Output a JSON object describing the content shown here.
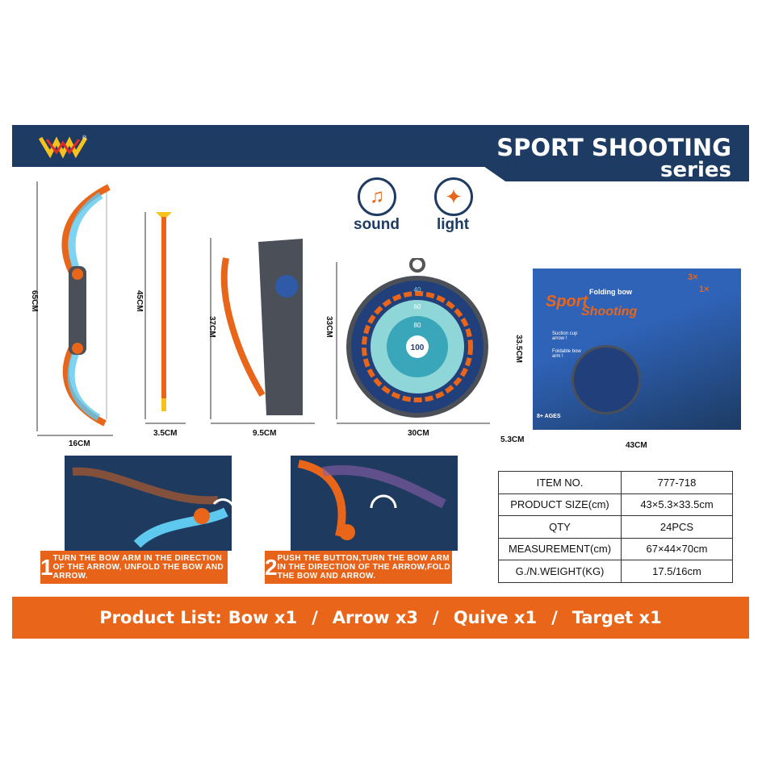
{
  "header": {
    "title": "SPORT SHOOTING",
    "subtitle": "series",
    "logo_mark": "®"
  },
  "features": [
    {
      "label": "sound",
      "icon": "music-note-icon"
    },
    {
      "label": "light",
      "icon": "sparkle-icon"
    }
  ],
  "dimensions": {
    "bow_height": "65CM",
    "bow_width": "16CM",
    "arrow_length": "45CM",
    "arrow_width": "3.5CM",
    "quiver_height": "37CM",
    "quiver_width": "9.5CM",
    "target_height": "33CM",
    "target_width": "30CM",
    "box_height": "33.5CM",
    "box_depth": "5.3CM",
    "box_width": "43CM"
  },
  "target": {
    "center": "100",
    "ring1": "80",
    "ring2": "60",
    "ring3": "40"
  },
  "box": {
    "title1": "Sport",
    "title2": "Shooting",
    "tag": "Folding bow",
    "feature1": "Suction cup arrow !",
    "feature2": "Foldable bow arm !",
    "count1": "3×",
    "count2": "1×",
    "age": "8+ AGES"
  },
  "steps": [
    {
      "number": "1",
      "text": "TURN THE BOW ARM IN THE DIRECTION OF THE ARROW, UNFOLD THE BOW AND ARROW."
    },
    {
      "number": "2",
      "text": "PUSH THE BUTTON,TURN THE BOW ARM IN THE DIRECTION OF THE ARROW,FOLD THE BOW AND ARROW."
    }
  ],
  "spec_table": [
    {
      "label": "ITEM NO.",
      "value": "777-718"
    },
    {
      "label": "PRODUCT SIZE(cm)",
      "value": "43×5.3×33.5cm"
    },
    {
      "label": "QTY",
      "value": "24PCS"
    },
    {
      "label": "MEASUREMENT(cm)",
      "value": "67×44×70cm"
    },
    {
      "label": "G./N.WEIGHT(KG)",
      "value": "17.5/16cm"
    }
  ],
  "product_list": {
    "label": "Product List:",
    "items": [
      "Bow  x1",
      "Arrow  x3",
      "Quive x1",
      "Target x1"
    ],
    "separator": "/"
  },
  "colors": {
    "navy": "#1d3b63",
    "orange": "#e8651a"
  }
}
